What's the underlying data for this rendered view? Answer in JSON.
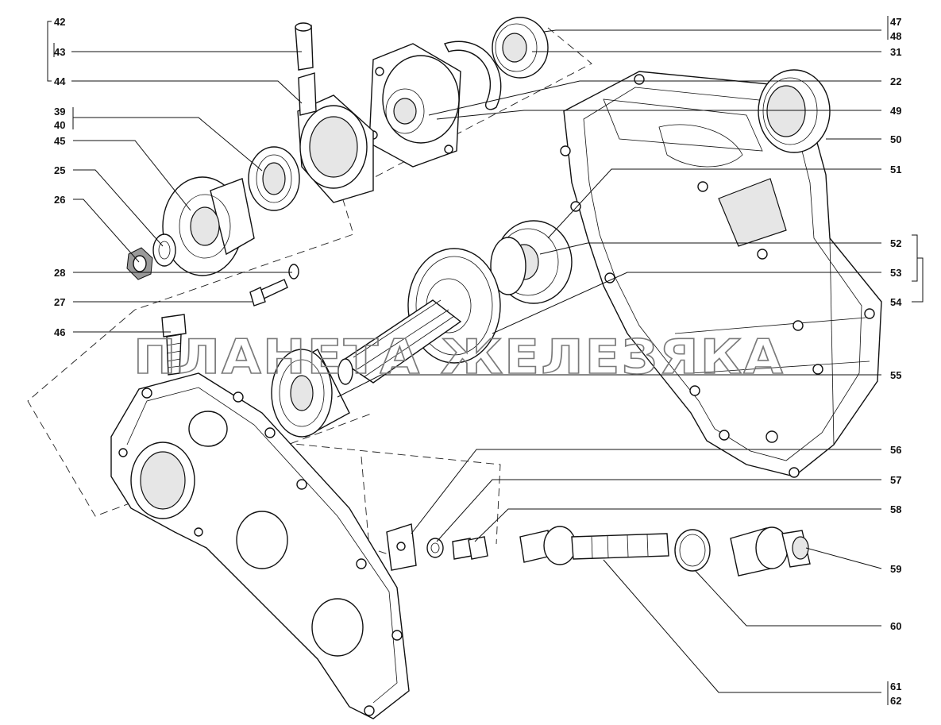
{
  "watermark": "ПЛАНЕТА ЖЕЛЕЗЯКА",
  "labels": {
    "l42": "42",
    "l43": "43",
    "l44": "44",
    "l39": "39",
    "l40": "40",
    "l45": "45",
    "l25": "25",
    "l26": "26",
    "l28": "28",
    "l27": "27",
    "l46": "46",
    "l47": "47",
    "l48": "48",
    "l31": "31",
    "l22": "22",
    "l49": "49",
    "l50": "50",
    "l51": "51",
    "l52": "52",
    "l53": "53",
    "l54": "54",
    "l55": "55",
    "l56": "56",
    "l57": "57",
    "l58": "58",
    "l59": "59",
    "l60": "60",
    "l61": "61",
    "l62": "62"
  }
}
